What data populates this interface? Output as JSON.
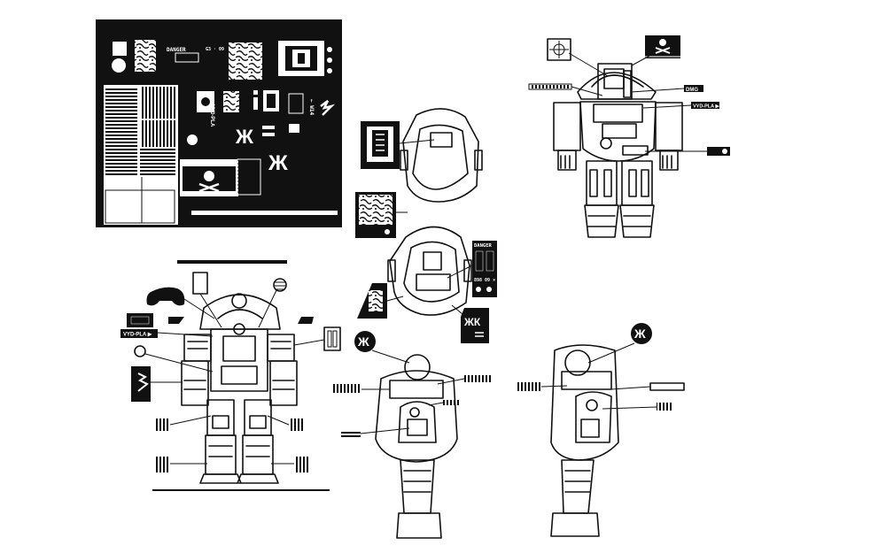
{
  "sticker_sheet": {
    "danger_label": "DANGER",
    "danger_code": "G3 · 09",
    "patch_text": "VY0-PLA",
    "side_text": "← W14"
  },
  "insignia": {
    "squad_label": "VYD-PLA ▶",
    "squad_label_alt": "VYD-PLA ▶",
    "code_tag": "DMG"
  },
  "decals": {
    "danger_panel_label": "DANGER",
    "danger_panel_code": "898 09 ×"
  },
  "colors": {
    "ink": "#111111",
    "paper": "#ffffff"
  }
}
